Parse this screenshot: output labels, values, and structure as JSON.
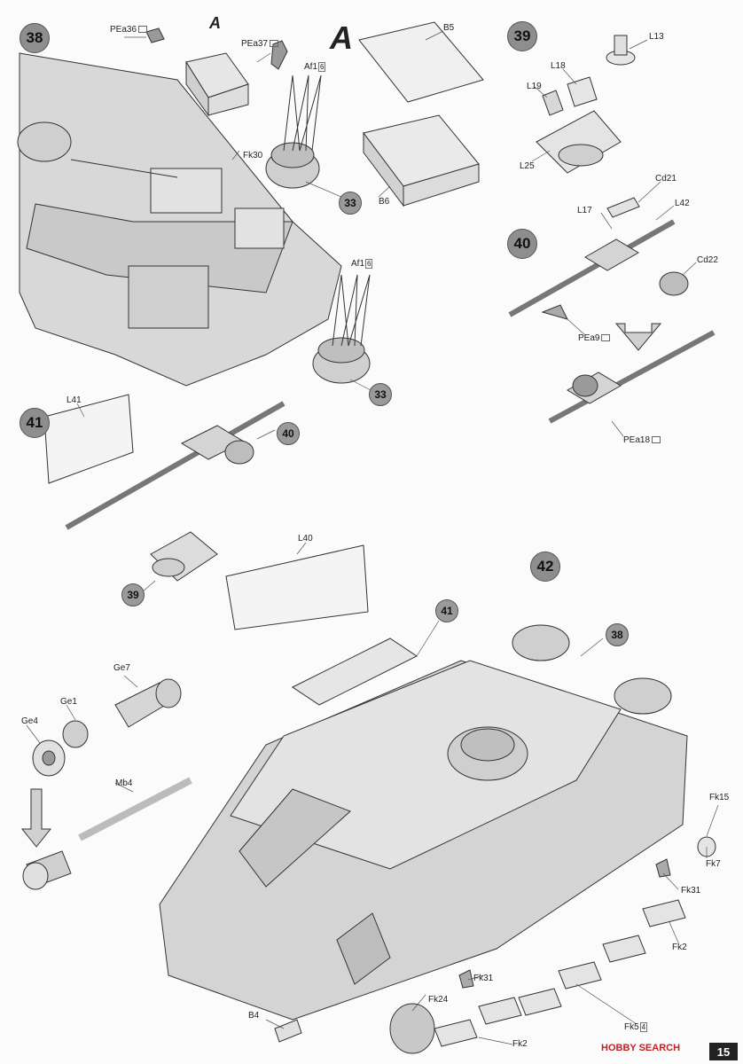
{
  "steps": {
    "s38": "38",
    "s39": "39",
    "s40": "40",
    "s41": "41",
    "s42": "42"
  },
  "refs": {
    "r33a": "33",
    "r33b": "33",
    "r40": "40",
    "r39": "39",
    "r41": "41",
    "r38": "38"
  },
  "subassembly": {
    "a_small": "A",
    "a_large": "A"
  },
  "parts": {
    "pea36": "PEa36",
    "pea37": "PEa37",
    "fk30": "Fk30",
    "af1a": "Af1",
    "af1a_qty": "6",
    "af1b": "Af1",
    "af1b_qty": "6",
    "b5": "B5",
    "b6": "B6",
    "l13": "L13",
    "l18": "L18",
    "l19": "L19",
    "l25": "L25",
    "cd21": "Cd21",
    "l17": "L17",
    "l42": "L42",
    "cd22": "Cd22",
    "pea9": "PEa9",
    "pea18": "PEa18",
    "l41": "L41",
    "l40": "L40",
    "ge7": "Ge7",
    "ge1": "Ge1",
    "ge4": "Ge4",
    "mb4": "Mb4",
    "fk15": "Fk15",
    "fk7": "Fk7",
    "fk31a": "Fk31",
    "fk2a": "Fk2",
    "fk31b": "Fk31",
    "fk24": "Fk24",
    "fk5": "Fk5",
    "fk5_qty": "4",
    "b4": "B4",
    "fk2b": "Fk2"
  },
  "watermark": "HOBBY SEARCH",
  "page_number": "15",
  "colors": {
    "step_fill": "#8e8e8e",
    "hull": "#d6d6d6",
    "line": "#333333"
  }
}
